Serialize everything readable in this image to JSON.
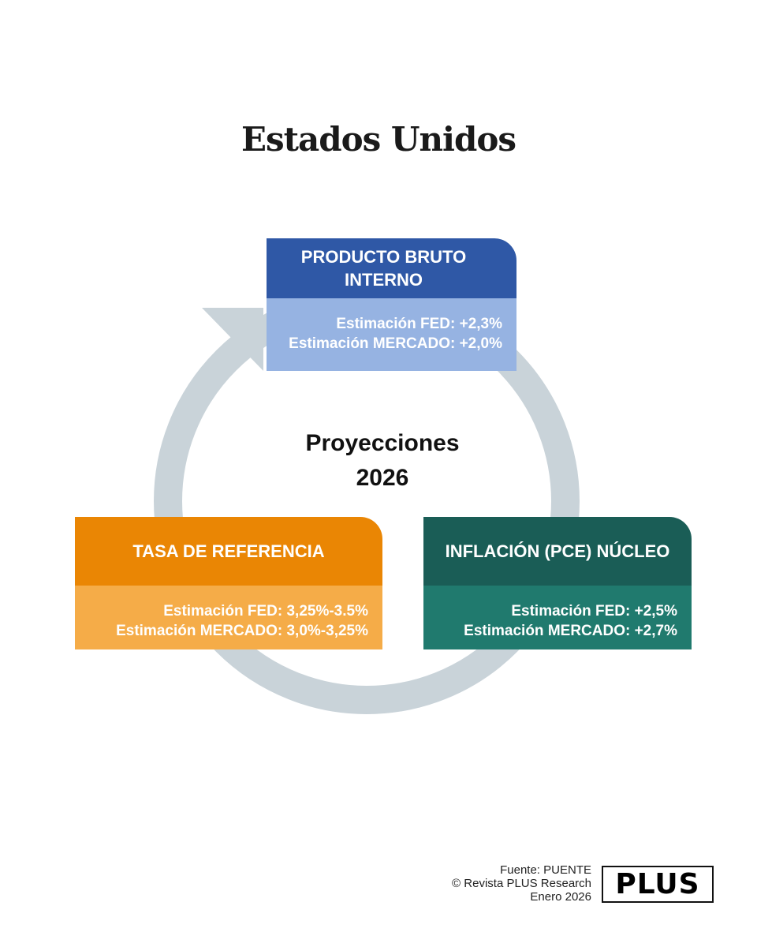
{
  "title": "Estados Unidos",
  "center": {
    "line1": "Proyecciones",
    "line2": "2026"
  },
  "boxes": [
    {
      "title": "PRODUCTO BRUTO INTERNO",
      "fed": "Estimación FED: +2,3%",
      "mercado": "Estimación MERCADO: +2,0%"
    },
    {
      "title": "TASA DE REFERENCIA",
      "fed": "Estimación FED: 3,25%-3.5%",
      "mercado": "Estimación MERCADO: 3,0%-3,25%"
    },
    {
      "title": "INFLACIÓN (PCE) NÚCLEO",
      "fed": "Estimación FED: +2,5%",
      "mercado": "Estimación MERCADO: +2,7%"
    }
  ],
  "footer": {
    "source": "Fuente: PUENTE",
    "copyright": "© Revista PLUS Research",
    "date": "Enero 2026",
    "logo": "PLUS"
  },
  "colors": {
    "ring": "#c9d3d9",
    "gdp": "#2f58a6",
    "rate": "#ea8604",
    "inflation": "#1a5d56"
  }
}
